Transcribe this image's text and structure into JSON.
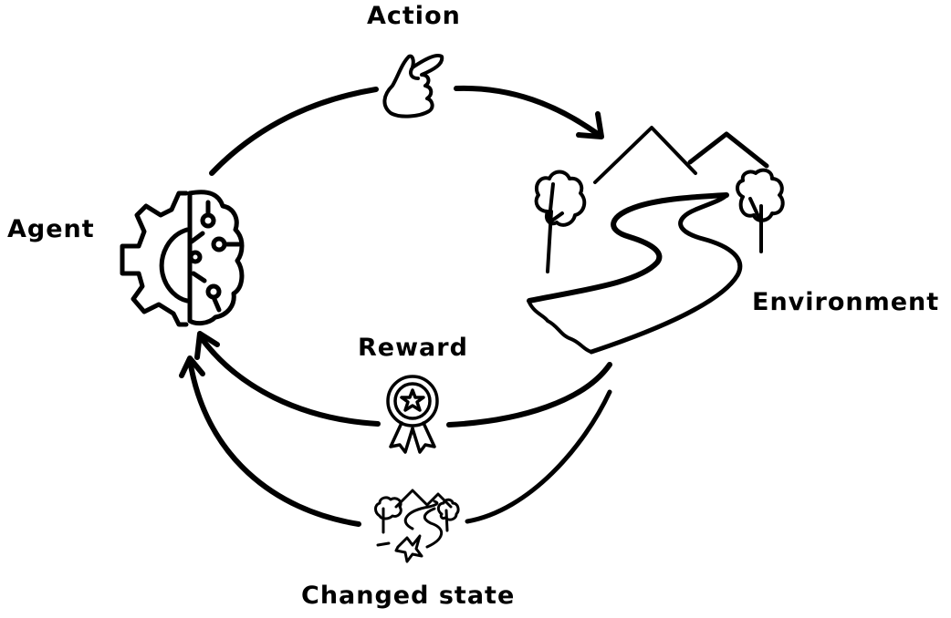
{
  "diagram": {
    "title": "Reinforcement learning loop",
    "colors": {
      "ink": "#000000",
      "background": "#ffffff"
    },
    "nodes": [
      {
        "id": "agent",
        "label": "Agent",
        "icon": "gear-brain-icon"
      },
      {
        "id": "action",
        "label": "Action",
        "icon": "pointing-hand-icon"
      },
      {
        "id": "environment",
        "label": "Environment",
        "icon": "landscape-icon"
      },
      {
        "id": "reward",
        "label": "Reward",
        "icon": "award-badge-icon"
      },
      {
        "id": "changed_state",
        "label": "Changed state",
        "icon": "changed-landscape-icon"
      }
    ],
    "edges": [
      {
        "from": "agent",
        "to": "environment",
        "via": "action"
      },
      {
        "from": "environment",
        "to": "agent",
        "via": "reward"
      },
      {
        "from": "environment",
        "to": "agent",
        "via": "changed_state"
      }
    ]
  }
}
